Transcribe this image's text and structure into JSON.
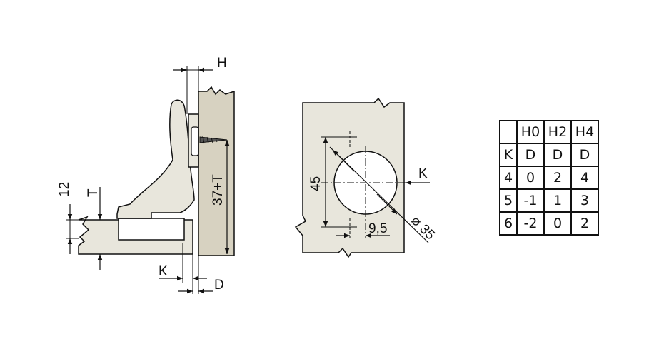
{
  "side_view": {
    "labels": {
      "h": "H",
      "twelve": "12",
      "t": "T",
      "depth": "37+T",
      "k": "K",
      "d": "D"
    }
  },
  "front_view": {
    "labels": {
      "forty_five": "45",
      "nine_five": "9,5",
      "k": "K",
      "diameter": "⌀ 35"
    }
  },
  "table": {
    "header": [
      "",
      "H0",
      "H2",
      "H4"
    ],
    "rows": [
      [
        "K",
        "D",
        "D",
        "D"
      ],
      [
        "4",
        "0",
        "2",
        "4"
      ],
      [
        "5",
        "-1",
        "1",
        "3"
      ],
      [
        "6",
        "-2",
        "0",
        "2"
      ]
    ]
  },
  "colors": {
    "panel_fill": "#e8e6dc",
    "cabinet_fill": "#d7d2c1",
    "line": "#111111"
  }
}
